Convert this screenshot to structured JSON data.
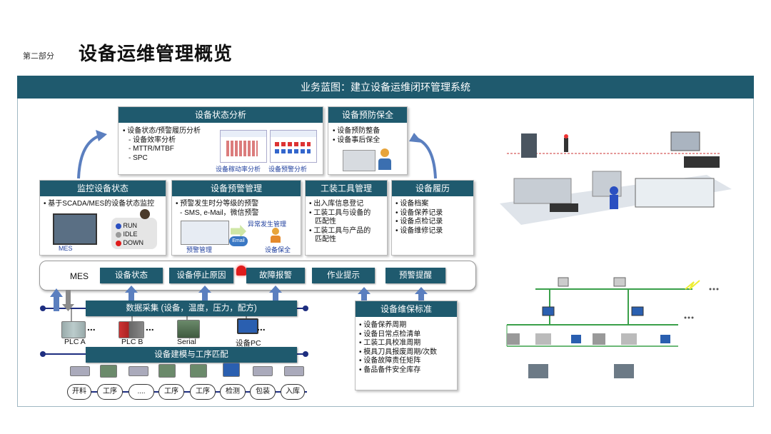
{
  "header": {
    "section": "第二部分",
    "title": "设备运维管理概览"
  },
  "banner": {
    "title": "业务蓝图：建立设备运维闭环管理系统"
  },
  "status_analysis": {
    "title": "设备状态分析",
    "items": [
      "• 设备状态/预警履历分析",
      "  - 设备效率分析",
      "  - MTTR/MTBF",
      "  - SPC"
    ],
    "img1_caption": "设备稼动率分析",
    "img2_caption": "设备预警分析"
  },
  "preventive": {
    "title": "设备预防保全",
    "items": [
      "• 设备预防整备",
      "• 设备事后保全"
    ]
  },
  "monitor": {
    "title": "监控设备状态",
    "items": [
      "• 基于SCADA/MES的设备状态监控"
    ],
    "mes_label": "MES",
    "states": [
      "RUN",
      "IDLE",
      "DOWN"
    ],
    "state_colors": [
      "#2a4fc1",
      "#9a9a9a",
      "#e01c1c"
    ]
  },
  "alert": {
    "title": "设备预警管理",
    "items": [
      "• 预警发生时分等级的预警",
      "  - SMS, e-Mail，微信预警"
    ],
    "label_exception": "异常发生管理",
    "label_alert": "预警管理",
    "label_email": "Email",
    "label_safety": "设备保全"
  },
  "tools": {
    "title": "工装工具管理",
    "items": [
      "• 出入库信息登记",
      "• 工装工具与设备的",
      "  匹配性",
      "• 工装工具与产品的",
      "  匹配性"
    ]
  },
  "history": {
    "title": "设备履历",
    "items": [
      "• 设备档案",
      "• 设备保养记录",
      "• 设备点检记录",
      "• 设备维修记录"
    ]
  },
  "mes_bar": {
    "label": "MES",
    "chips": [
      "设备状态",
      "设备停止原因",
      "故障报警",
      "作业提示",
      "预警提醒"
    ]
  },
  "collection": {
    "title": "数据采集 (设备，温度，压力，配方)",
    "devices": [
      "PLC A",
      "PLC B",
      "Serial",
      "设备PC"
    ],
    "dots": "..."
  },
  "modeling": {
    "title": "设备建模与工序匹配"
  },
  "process_flow": [
    "开料",
    "工序",
    "....",
    "工序",
    "工序",
    "检测",
    "包装",
    "入库"
  ],
  "maintenance": {
    "title": "设备维保标准",
    "items": [
      "• 设备保养周期",
      "• 设备日常点检清单",
      "• 工装工具校准周期",
      "• 模具刀具报废周期/次数",
      "• 设备故障责任矩阵",
      "• 备品备件安全库存"
    ]
  },
  "colors": {
    "teal": "#1f5a6e",
    "arrow_blue": "#5b7fbf",
    "line_navy": "#1e2e80"
  }
}
